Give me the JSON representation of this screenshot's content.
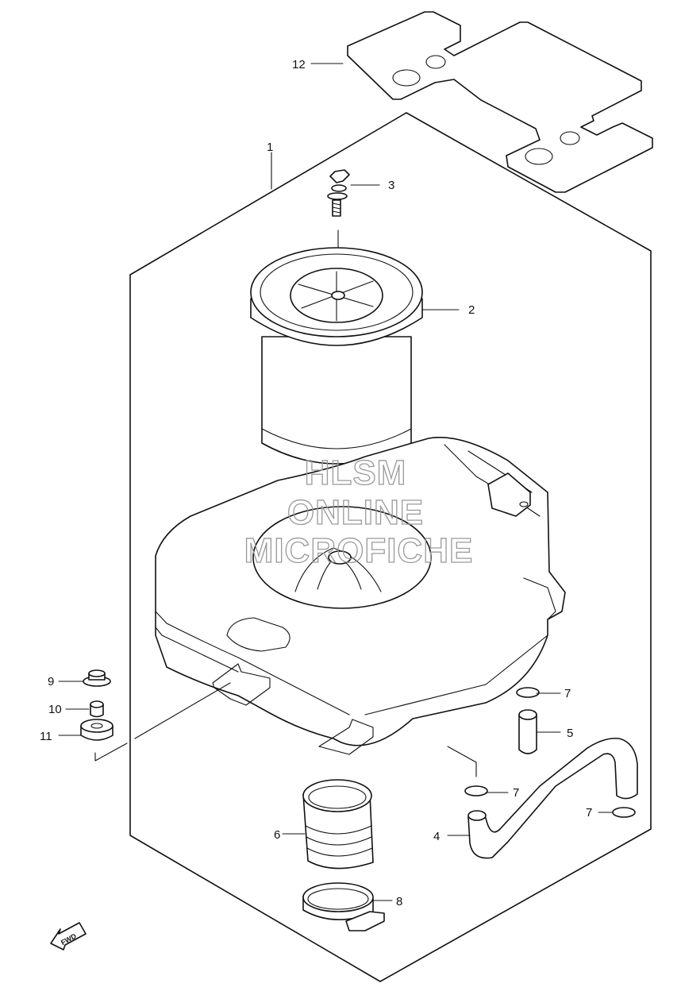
{
  "diagram": {
    "callouts": [
      {
        "id": "c12",
        "label": "12"
      },
      {
        "id": "c1",
        "label": "1"
      },
      {
        "id": "c3",
        "label": "3"
      },
      {
        "id": "c2",
        "label": "2"
      },
      {
        "id": "c7a",
        "label": "7"
      },
      {
        "id": "c5",
        "label": "5"
      },
      {
        "id": "c7b",
        "label": "7"
      },
      {
        "id": "c7c",
        "label": "7"
      },
      {
        "id": "c4",
        "label": "4"
      },
      {
        "id": "c6",
        "label": "6"
      },
      {
        "id": "c8",
        "label": "8"
      },
      {
        "id": "c9",
        "label": "9"
      },
      {
        "id": "c10",
        "label": "10"
      },
      {
        "id": "c11",
        "label": "11"
      }
    ],
    "watermark": [
      "HLSM",
      "ONLINE",
      "MICROFICHE"
    ],
    "fwd_label": "FWD",
    "line_color": "#111111",
    "watermark_color": "#9a9a9a"
  }
}
